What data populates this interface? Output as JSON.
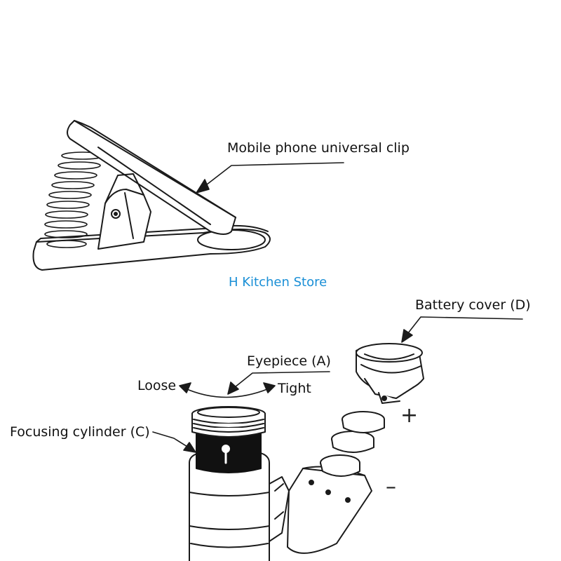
{
  "labels": {
    "clip": "Mobile phone universal clip",
    "battery_cover": "Battery cover (D)",
    "eyepiece": "Eyepiece (A)",
    "loose": "Loose",
    "tight": "Tight",
    "focusing_cylinder": "Focusing cylinder (C)",
    "plus": "+",
    "minus": "–"
  },
  "watermark": {
    "text": "H Kitchen Store",
    "color": "#1a8fd6"
  },
  "colors": {
    "line": "#1a1a1a",
    "dark_fill": "#111111",
    "light_fill": "#ffffff"
  }
}
